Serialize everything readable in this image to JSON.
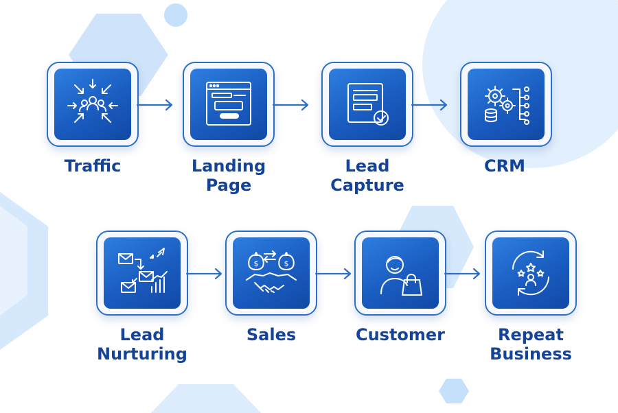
{
  "colors": {
    "accent": "#1a5cc0",
    "label": "#14449a",
    "frame": "#2c6fc8",
    "background_shape": "#dcecfd"
  },
  "steps": [
    {
      "label_line1": "Traffic",
      "label_line2": "",
      "icon": "traffic-arrows-icon"
    },
    {
      "label_line1": "Landing",
      "label_line2": "Page",
      "icon": "landing-page-icon"
    },
    {
      "label_line1": "Lead",
      "label_line2": "Capture",
      "icon": "form-check-icon"
    },
    {
      "label_line1": "CRM",
      "label_line2": "",
      "icon": "gears-database-icon"
    },
    {
      "label_line1": "Lead",
      "label_line2": "Nurturing",
      "icon": "email-nurture-icon"
    },
    {
      "label_line1": "Sales",
      "label_line2": "",
      "icon": "handshake-money-icon"
    },
    {
      "label_line1": "Customer",
      "label_line2": "",
      "icon": "customer-bag-icon"
    },
    {
      "label_line1": "Repeat",
      "label_line2": "Business",
      "icon": "repeat-stars-icon"
    }
  ]
}
